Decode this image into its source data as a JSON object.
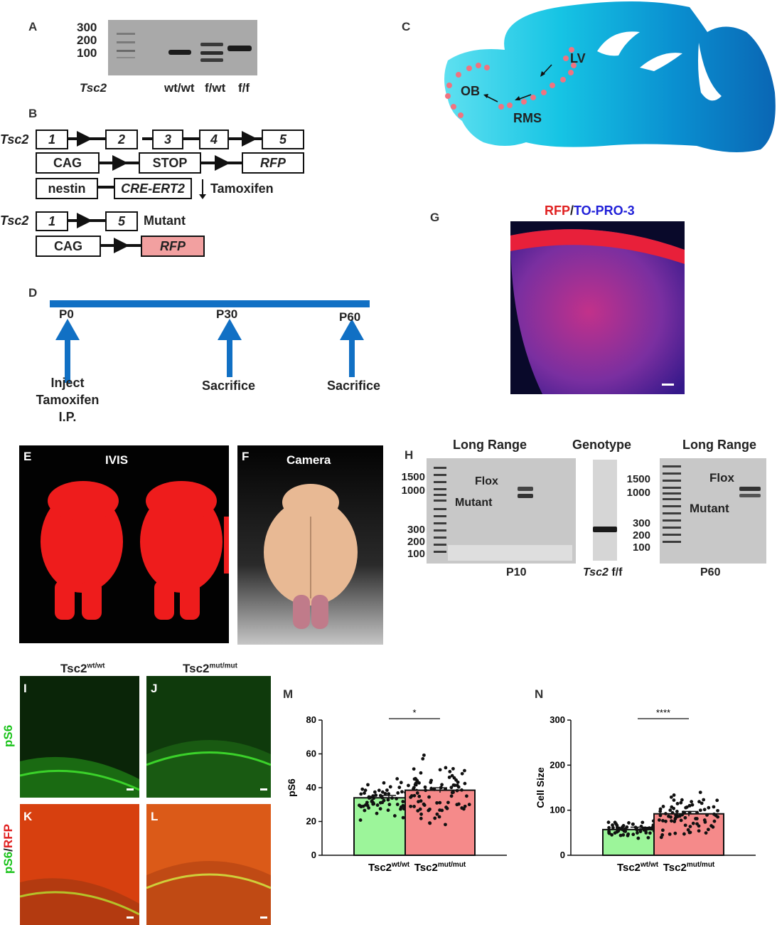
{
  "panels": {
    "A": {
      "label": "A",
      "markers": [
        "300",
        "200",
        "100"
      ],
      "gene": "Tsc2",
      "lanes": [
        "wt/wt",
        "f/wt",
        "f/f"
      ]
    },
    "B": {
      "label": "B",
      "gene1": "Tsc2",
      "exons": [
        "1",
        "2",
        "3",
        "4",
        "5"
      ],
      "cag": "CAG",
      "stop": "STOP",
      "rfp": "RFP",
      "nestin": "nestin",
      "cre": "CRE-ERT2",
      "tamoxifen": "Tamoxifen",
      "gene2": "Tsc2",
      "mut_exons": [
        "1",
        "5"
      ],
      "mutant": "Mutant"
    },
    "C": {
      "label": "C",
      "lv": "LV",
      "ob": "OB",
      "rms": "RMS"
    },
    "D": {
      "label": "D",
      "ticks": [
        "P0",
        "P30",
        "P60"
      ],
      "inject": "Inject\nTamoxifen\nI.P.",
      "sac1": "Sacrifice",
      "sac2": "Sacrifice"
    },
    "E": {
      "label": "E",
      "title": "IVIS"
    },
    "F": {
      "label": "F",
      "title": "Camera"
    },
    "G": {
      "label": "G",
      "rfp": "RFP",
      "slash": "/",
      "topro": "TO-PRO-3"
    },
    "H": {
      "label": "H",
      "lr1": "Long Range",
      "geno": "Genotype",
      "lr2": "Long Range",
      "m1": [
        "1500",
        "1000",
        "300",
        "200",
        "100"
      ],
      "flox": "Flox",
      "mutant": "Mutant",
      "p10": "P10",
      "tsc2": "Tsc2",
      "ff": "f/f",
      "m2": [
        "1500",
        "1000",
        "300",
        "200",
        "100"
      ],
      "flox2": "Flox",
      "mutant2": "Mutant",
      "p60": "P60"
    },
    "I": {
      "label": "I",
      "title": "Tsc2",
      "sup": "wt/wt",
      "ylabel": "pS6"
    },
    "J": {
      "label": "J",
      "title": "Tsc2",
      "sup": "mut/mut"
    },
    "K": {
      "label": "K",
      "ylabel_a": "pS6",
      "ylabel_sep": "/",
      "ylabel_b": "RFP"
    },
    "L": {
      "label": "L"
    },
    "M": {
      "label": "M"
    },
    "N": {
      "label": "N"
    }
  },
  "colors": {
    "green": "#9cf59a",
    "red": "#f58a8a",
    "blue": "#1170c4"
  },
  "chart_data": [
    {
      "type": "bar",
      "panel": "M",
      "categories": [
        "Tsc2wt/wt",
        "Tsc2mut/mut"
      ],
      "cat_main": [
        "Tsc2",
        "Tsc2"
      ],
      "cat_sup": [
        "wt/wt",
        "mut/mut"
      ],
      "values": [
        34,
        38.5
      ],
      "ylabel": "pS6",
      "ylim": [
        0,
        80
      ],
      "yticks": [
        "0",
        "20",
        "40",
        "60",
        "80"
      ],
      "significance": "*"
    },
    {
      "type": "bar",
      "panel": "N",
      "categories": [
        "Tsc2wt/wt",
        "Tsc2mut/mut"
      ],
      "cat_main": [
        "Tsc2",
        "Tsc2"
      ],
      "cat_sup": [
        "wt/wt",
        "mut/mut"
      ],
      "values": [
        57,
        92
      ],
      "ylabel": "Cell Size",
      "ylim": [
        0,
        300
      ],
      "yticks": [
        "0",
        "100",
        "200",
        "300"
      ],
      "significance": "****"
    }
  ]
}
